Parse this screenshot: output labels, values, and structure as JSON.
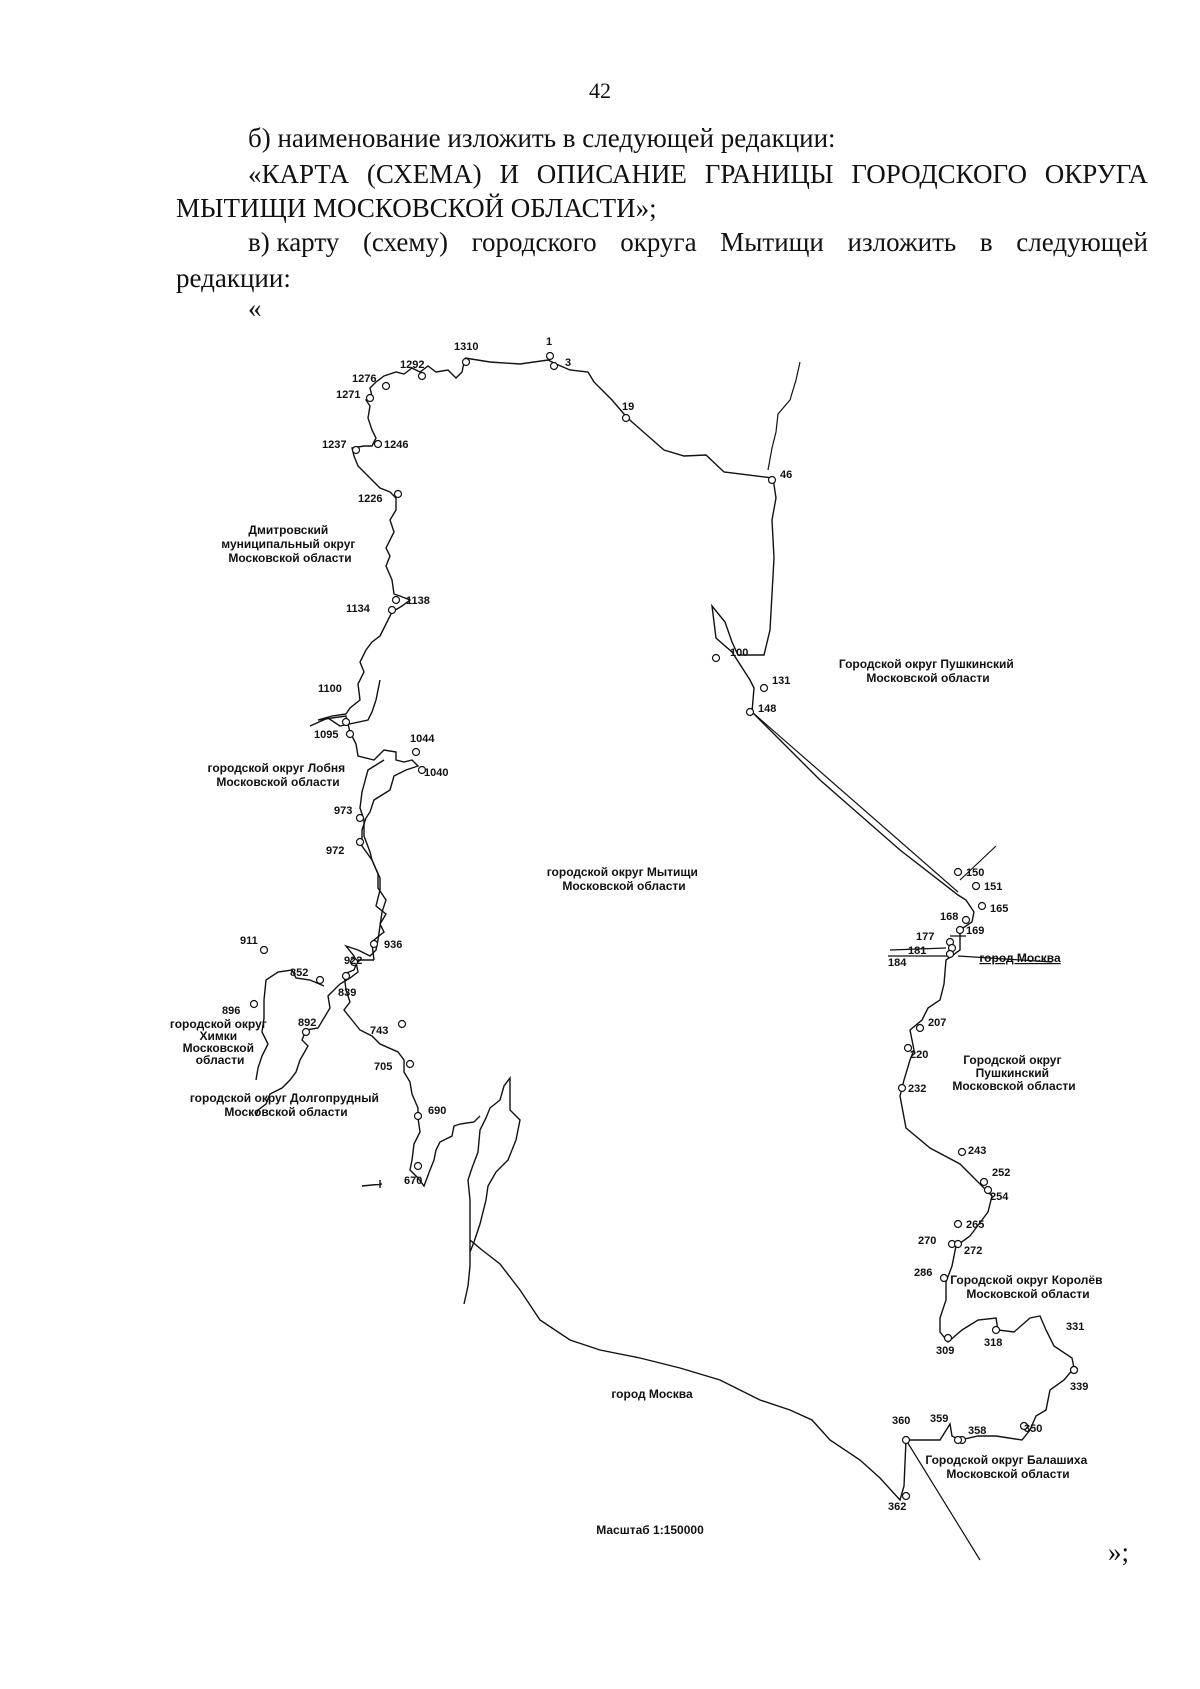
{
  "page_number": "42",
  "text": {
    "line1": "б) наименование изложить в следующей редакции:",
    "line2_words": [
      "«КАРТА",
      "(СХЕМА)",
      "И",
      "ОПИСАНИЕ",
      "ГРАНИЦЫ",
      "ГОРОДСКОГО",
      "ОКРУГА"
    ],
    "line3": "МЫТИЩИ МОСКОВСКОЙ ОБЛАСТИ»;",
    "line4_words": [
      "в) карту",
      "(схему)",
      "городского",
      "округа",
      "Мытищи",
      "изложить",
      "в",
      "следующей"
    ],
    "line5": "редакции:",
    "open_quote": "«",
    "close_quote": "»;"
  },
  "map": {
    "labels": {
      "dmitrov": [
        "Дмитровский",
        "муниципальный округ",
        "Московской области"
      ],
      "pushkino_top": [
        "Городской округ Пушкинский",
        "Московской области"
      ],
      "lobnya": [
        "городской округ Лобня",
        "Московской области"
      ],
      "mytishchi": [
        "городской округ Мытищи",
        "Московской области"
      ],
      "moscow_small": "город Москва",
      "khimki": [
        "городской округ",
        "Химки",
        "Московской",
        "области"
      ],
      "dolgoprudny": [
        "городской округ Долгопрудный",
        "Московской области"
      ],
      "pushkino_bottom": [
        "Городской округ",
        "Пушкинский",
        "Московской области"
      ],
      "korolev": [
        "Городской округ Королёв",
        "Московской области"
      ],
      "moscow_main": "город Москва",
      "balashikha": [
        "Городской округ Балашиха",
        "Московской области"
      ],
      "scale": "Масштаб 1:150000"
    },
    "points": [
      "1",
      "3",
      "19",
      "46",
      "100",
      "131",
      "148",
      "150",
      "151",
      "165",
      "168",
      "169",
      "177",
      "181",
      "184",
      "207",
      "220",
      "232",
      "243",
      "252",
      "254",
      "265",
      "270",
      "272",
      "286",
      "309",
      "318",
      "331",
      "339",
      "350",
      "358",
      "359",
      "360",
      "362",
      "670",
      "690",
      "705",
      "743",
      "839",
      "852",
      "892",
      "896",
      "911",
      "922",
      "936",
      "972",
      "973",
      "1040",
      "1044",
      "1095",
      "1100",
      "1134",
      "1138",
      "1226",
      "1237",
      "1246",
      "1271",
      "1276",
      "1292",
      "1310"
    ]
  }
}
